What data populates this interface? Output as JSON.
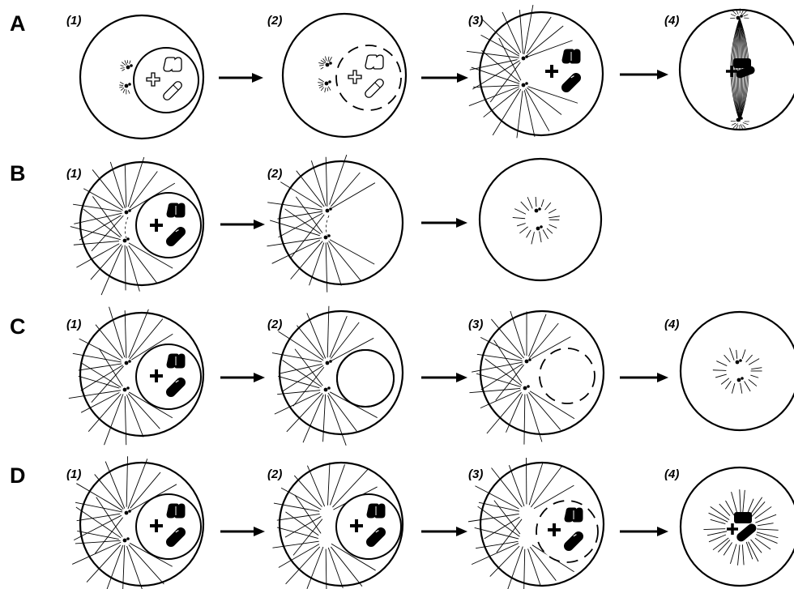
{
  "rows": [
    {
      "label": "A",
      "stages": [
        "(1)",
        "(2)",
        "(3)",
        "(4)"
      ]
    },
    {
      "label": "B",
      "stages": [
        "(1)",
        "(2)"
      ]
    },
    {
      "label": "C",
      "stages": [
        "(1)",
        "(2)",
        "(3)",
        "(4)"
      ]
    },
    {
      "label": "D",
      "stages": [
        "(1)",
        "(2)",
        "(3)",
        "(4)"
      ]
    }
  ],
  "colors": {
    "ink": "#000000",
    "background": "#ffffff"
  }
}
